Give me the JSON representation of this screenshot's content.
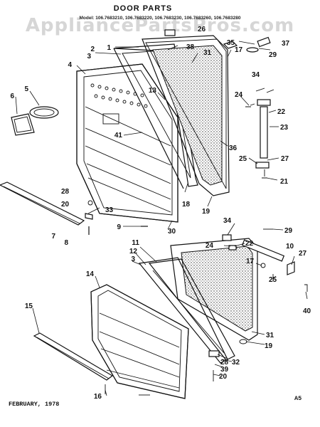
{
  "watermark": "AppliancePartsPros.com",
  "title": "DOOR PARTS",
  "models_line": "Model: 106.7683210, 106.7683220, 106.7683230, 106.7683260, 106.7683280",
  "footer_left": "FEBRUARY, 1978",
  "footer_right": "A5",
  "upper_callouts": [
    "1",
    "2",
    "3",
    "4",
    "5",
    "6",
    "7",
    "8",
    "9",
    "13",
    "17",
    "18",
    "19",
    "20",
    "21",
    "22",
    "23",
    "24",
    "25",
    "26",
    "27",
    "28",
    "29",
    "30",
    "31",
    "33",
    "34",
    "35",
    "36",
    "37",
    "38",
    "41"
  ],
  "lower_callouts": [
    "3",
    "10",
    "11",
    "12",
    "14",
    "15",
    "16",
    "17",
    "19",
    "20",
    "22",
    "24",
    "25",
    "27",
    "28",
    "29",
    "31",
    "32",
    "34",
    "39",
    "40"
  ]
}
